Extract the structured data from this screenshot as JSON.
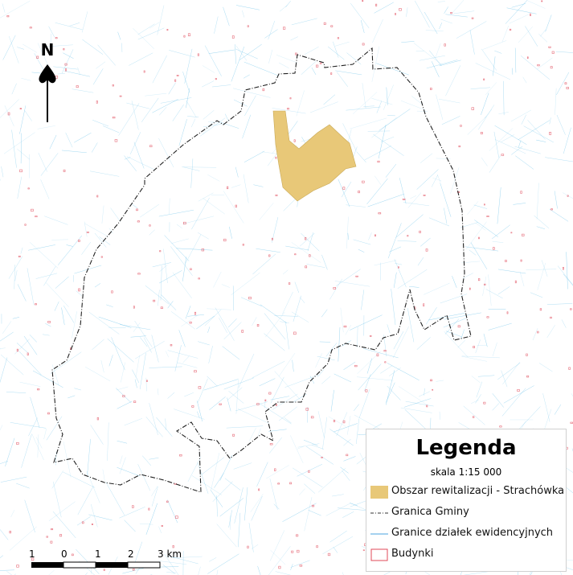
{
  "map": {
    "north_label": "N",
    "legend": {
      "title": "Legenda",
      "scale": "skala 1:15 000",
      "items": [
        {
          "label": "Obszar rewitalizacji - Strachówka",
          "symbol": "fill",
          "color": "#e8c878"
        },
        {
          "label": "Granica Gminy",
          "symbol": "dashdot-line",
          "color": "#333333"
        },
        {
          "label": "Granice działek ewidencyjnych",
          "symbol": "line",
          "color": "#4aa3df"
        },
        {
          "label": "Budynki",
          "symbol": "outline-box",
          "color": "#e04a5a"
        }
      ]
    },
    "scalebar": {
      "labels": [
        "1",
        "0",
        "1",
        "2",
        "3 km"
      ]
    },
    "colors": {
      "parcels": "#6ec3ea",
      "buildings": "#e04a5a",
      "boundary": "#222222",
      "revitalization_area": "#e8c878"
    }
  }
}
